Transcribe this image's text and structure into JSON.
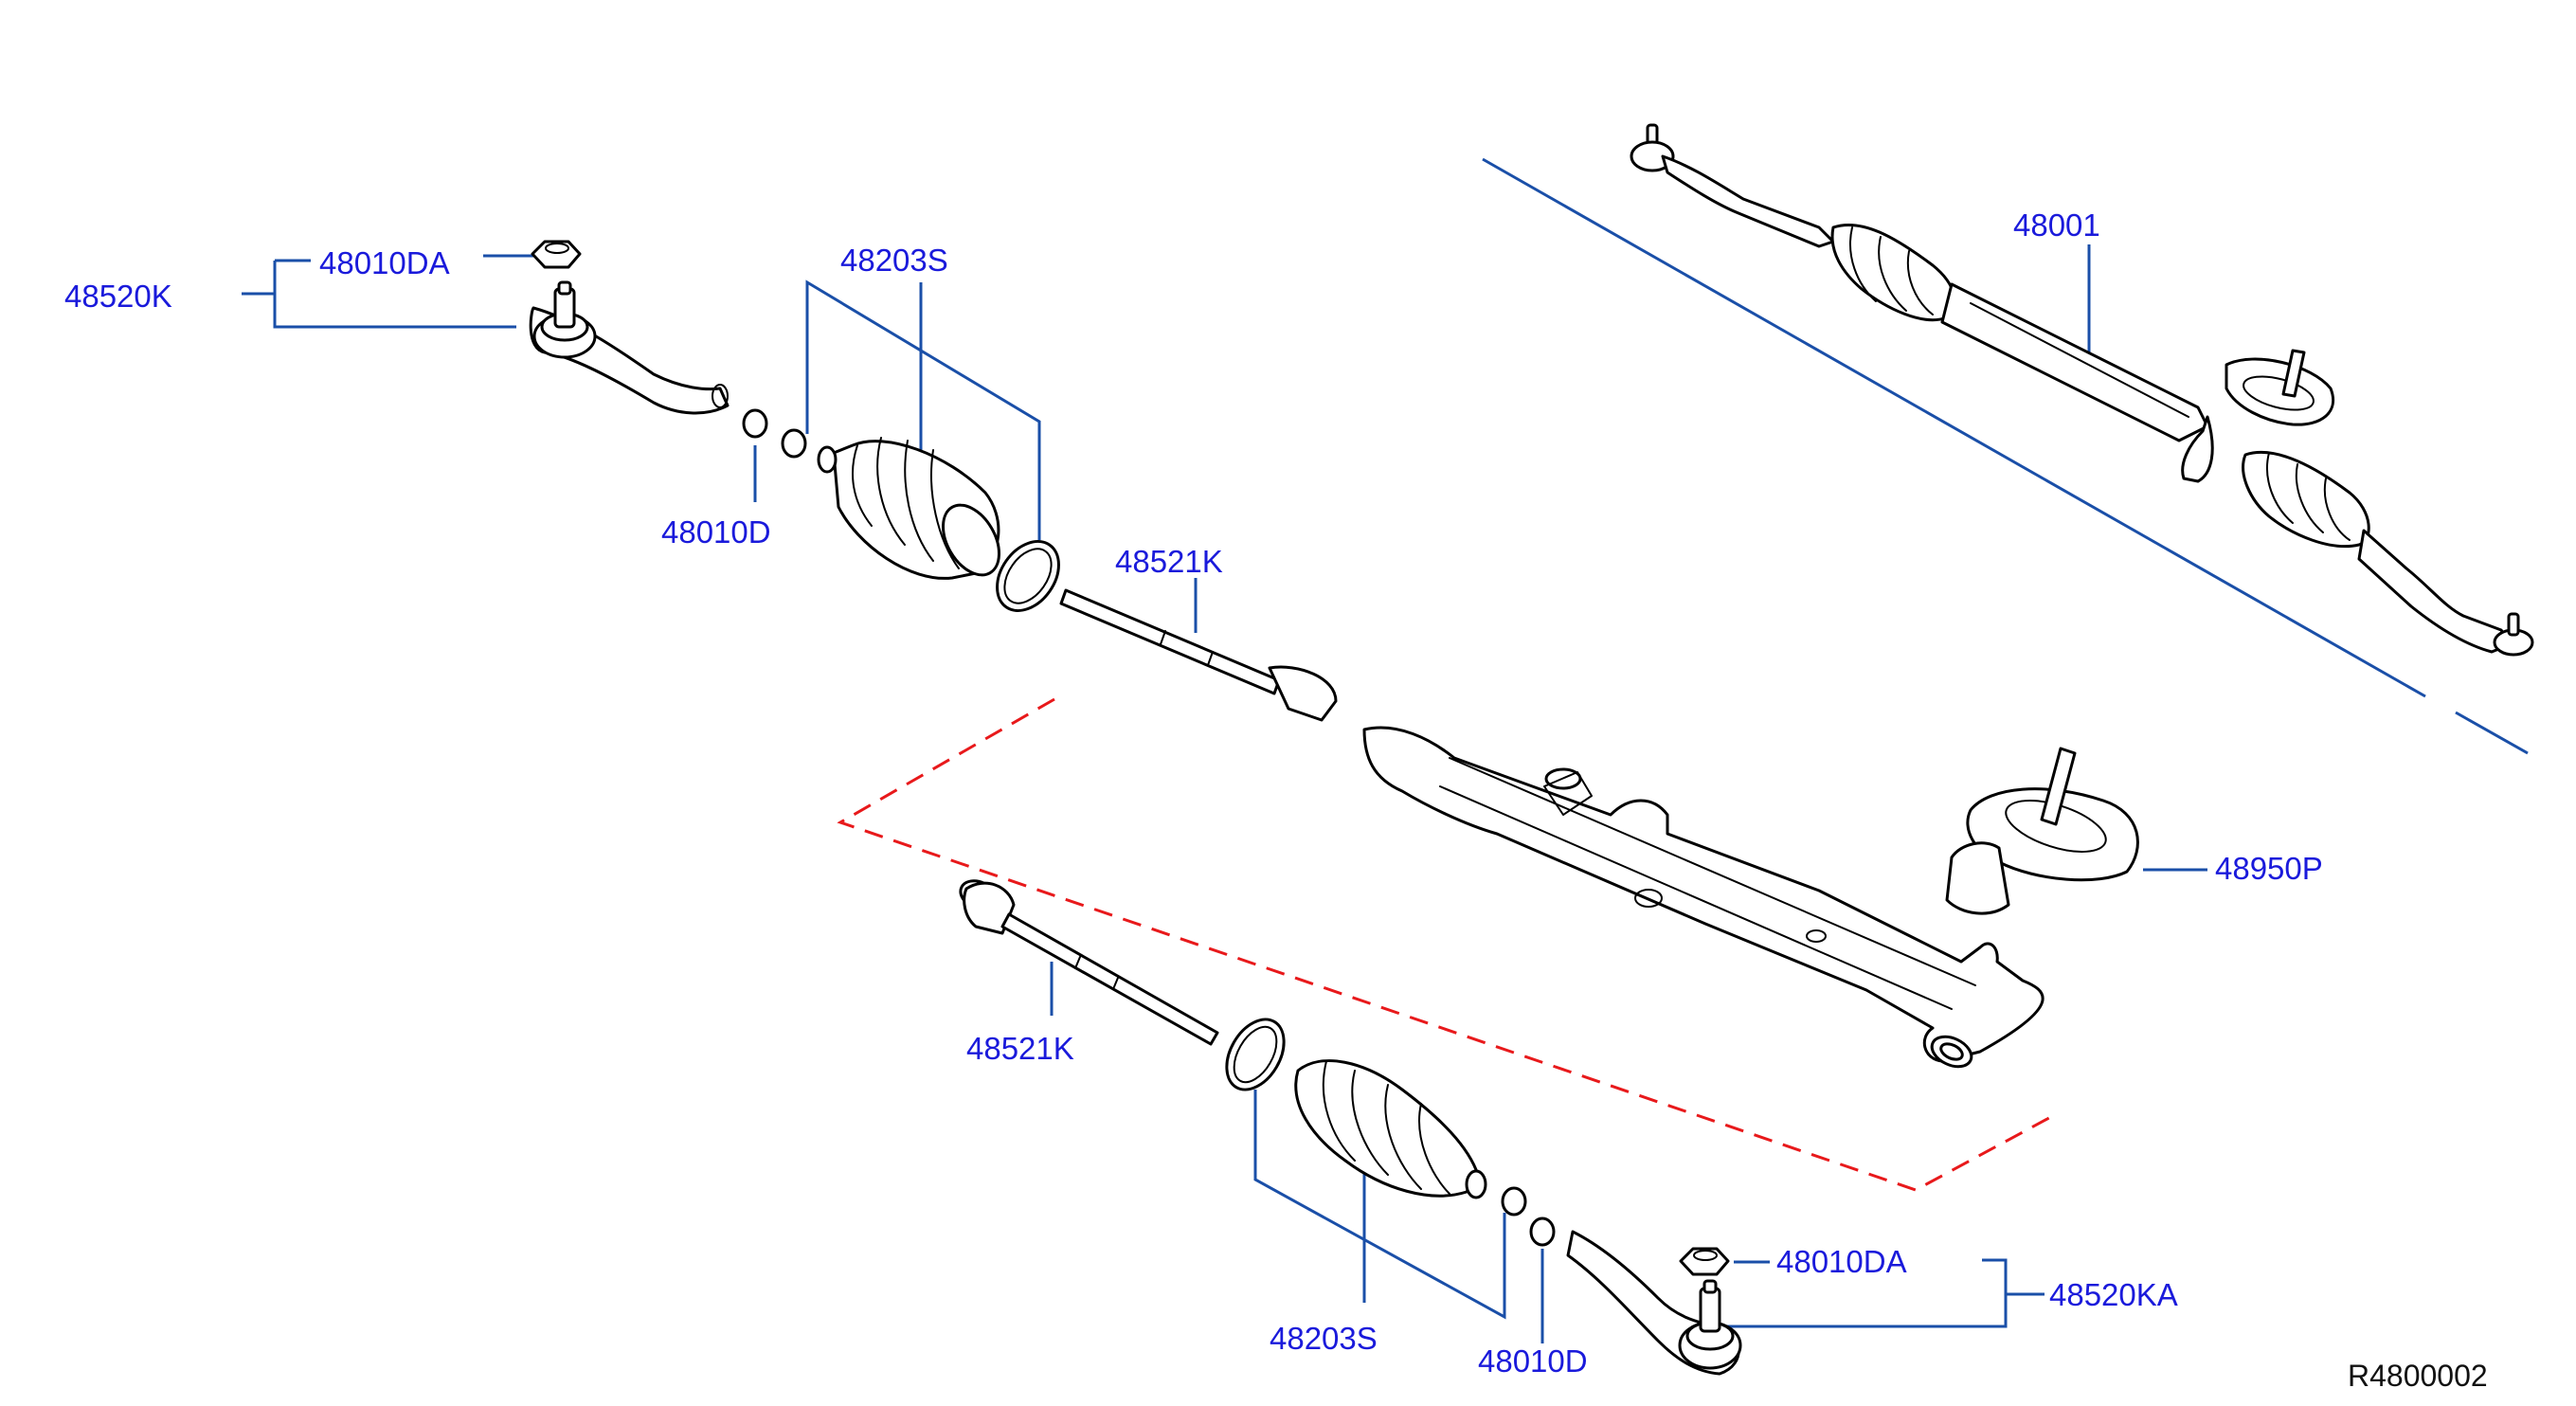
{
  "callouts": {
    "tie_rod_end_left": "48520K",
    "nut_left": "48010DA",
    "boot_kit_top": "48203S",
    "boot_clamp_left": "48010D",
    "inner_socket_top": "48521K",
    "gear_assembly": "48001",
    "grommet": "48950P",
    "inner_socket_bottom": "48521K",
    "boot_kit_bottom": "48203S",
    "boot_clamp_right": "48010D",
    "nut_right": "48010DA",
    "tie_rod_end_right": "48520KA"
  },
  "reference_code": "R4800002",
  "colors": {
    "callout_text": "#1a1adb",
    "leader_line": "#1a4fa8",
    "dashed_outline": "#e8191b",
    "part_outline": "#000000"
  }
}
